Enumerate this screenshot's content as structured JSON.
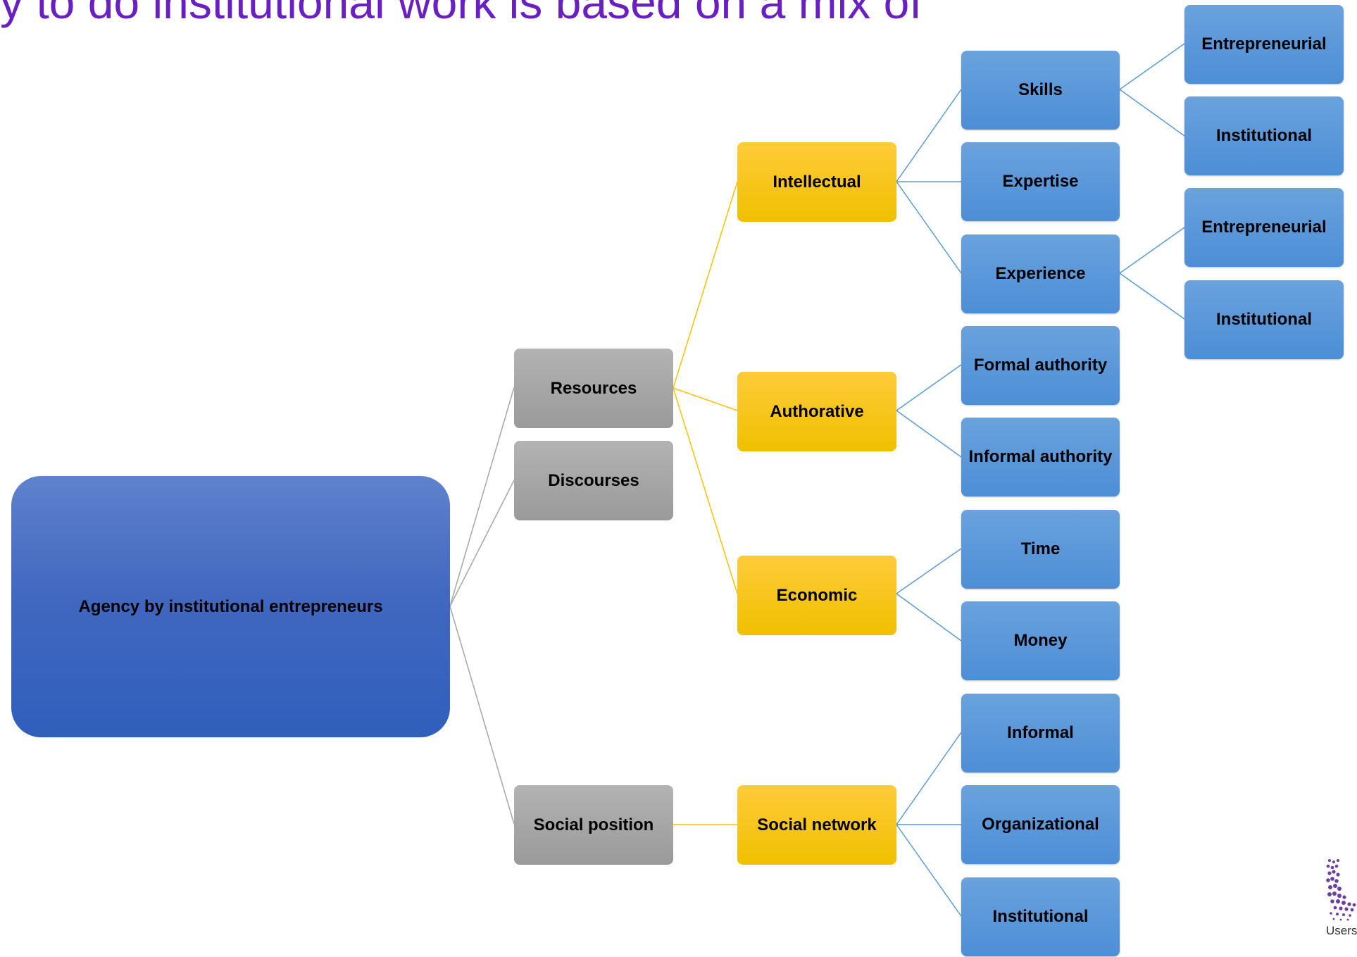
{
  "title": "y to do institutional work is based on a mix of",
  "nodes": {
    "root": "Agency by institutional entrepreneurs",
    "resources": "Resources",
    "discourses": "Discourses",
    "social_position": "Social position",
    "intellectual": "Intellectual",
    "authorative": "Authorative",
    "economic": "Economic",
    "social_network": "Social network",
    "skills": "Skills",
    "expertise": "Expertise",
    "experience": "Experience",
    "formal_authority": "Formal authority",
    "informal_authority": "Informal authority",
    "time": "Time",
    "money": "Money",
    "informal": "Informal",
    "organizational": "Organizational",
    "sn_institutional": "Institutional",
    "skills_entrepreneurial": "Entrepreneurial",
    "skills_institutional": "Institutional",
    "exp_entrepreneurial": "Entrepreneurial",
    "exp_institutional": "Institutional"
  },
  "colors": {
    "title": "#6a1fc2",
    "root": "#3f66bf",
    "level1": "#a6a6a6",
    "level2": "#ffc000",
    "level3": "#5b9bd5",
    "line_grey": "#a6a6a6",
    "line_gold": "#ffc000",
    "line_blue": "#5b9bd5"
  },
  "logo": {
    "text": "Users",
    "icon": "university-dots-logo"
  }
}
